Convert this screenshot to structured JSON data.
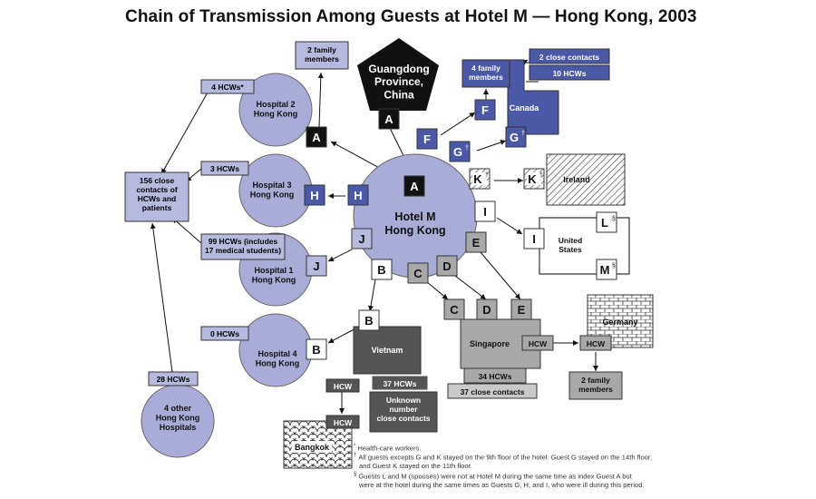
{
  "title": "Chain of Transmission Among Guests at Hotel M — Hong Kong, 2003",
  "nodes": {
    "guangdong": "Guangdong Province, China",
    "hotel_m": "Hotel M Hong Kong",
    "hospital2": "Hospital 2 Hong Kong",
    "hospital3": "Hospital 3 Hong Kong",
    "hospital1": "Hospital 1 Hong Kong",
    "hospital4": "Hospital 4 Hong Kong",
    "other_hospitals": "4 other Hong Kong Hospitals",
    "canada": "Canada",
    "ireland": "Ireland",
    "united_states": "United States",
    "vietnam": "Vietnam",
    "singapore": "Singapore",
    "germany": "Germany",
    "bangkok": "Bangkok"
  },
  "boxes": {
    "family_2_top": "2 family members",
    "hcws_4": "4 HCWs*",
    "hcws_3": "3 HCWs",
    "hcws_99": "99 HCWs (includes 17 medical students)",
    "hcws_0": "0 HCWs",
    "hcws_28": "28 HCWs",
    "contacts_156": "156 close contacts of HCWs and patients",
    "canada_family": "4 family members",
    "canada_close": "2 close contacts",
    "canada_hcws": "10 HCWs",
    "vietnam_hcws": "37 HCWs",
    "vietnam_unknown": "Unknown number close contacts",
    "vietnam_hcw": "HCW",
    "bangkok_hcw": "HCW",
    "singapore_hcws": "34 HCWs",
    "singapore_contacts": "37 close contacts",
    "singapore_hcw": "HCW",
    "germany_hcw": "HCW",
    "germany_family": "2 family members"
  },
  "guests": {
    "A": "A",
    "B": "B",
    "C": "C",
    "D": "D",
    "E": "E",
    "F": "F",
    "G": "G",
    "H": "H",
    "I": "I",
    "J": "J",
    "K": "K",
    "L": "L",
    "M": "M",
    "dagger": "†",
    "section": "§"
  },
  "footnotes": {
    "f1_mark": "*",
    "f1": "Health-care workers.",
    "f2_mark": "†",
    "f2a": "All guests excepts G and K stayed on the 9th floor of the hotel. Guest G stayed on the 14th floor,",
    "f2b": "and Guest K stayed on the 11th floor.",
    "f3_mark": "§",
    "f3a": "Guests L and M (spouses) were not at Hotel M during the same time as index Guest A but",
    "f3b": "were at the hotel during the same times as Guests G, H, and I, who were ill during this period."
  },
  "colors": {
    "lavender": "#a9acd6",
    "lavender_box": "#b7badf",
    "blue": "#4a58a6",
    "black": "#111111",
    "dark_gray": "#555555",
    "light_gray": "#a8a8a8",
    "mid_gray": "#c9c9c9"
  }
}
